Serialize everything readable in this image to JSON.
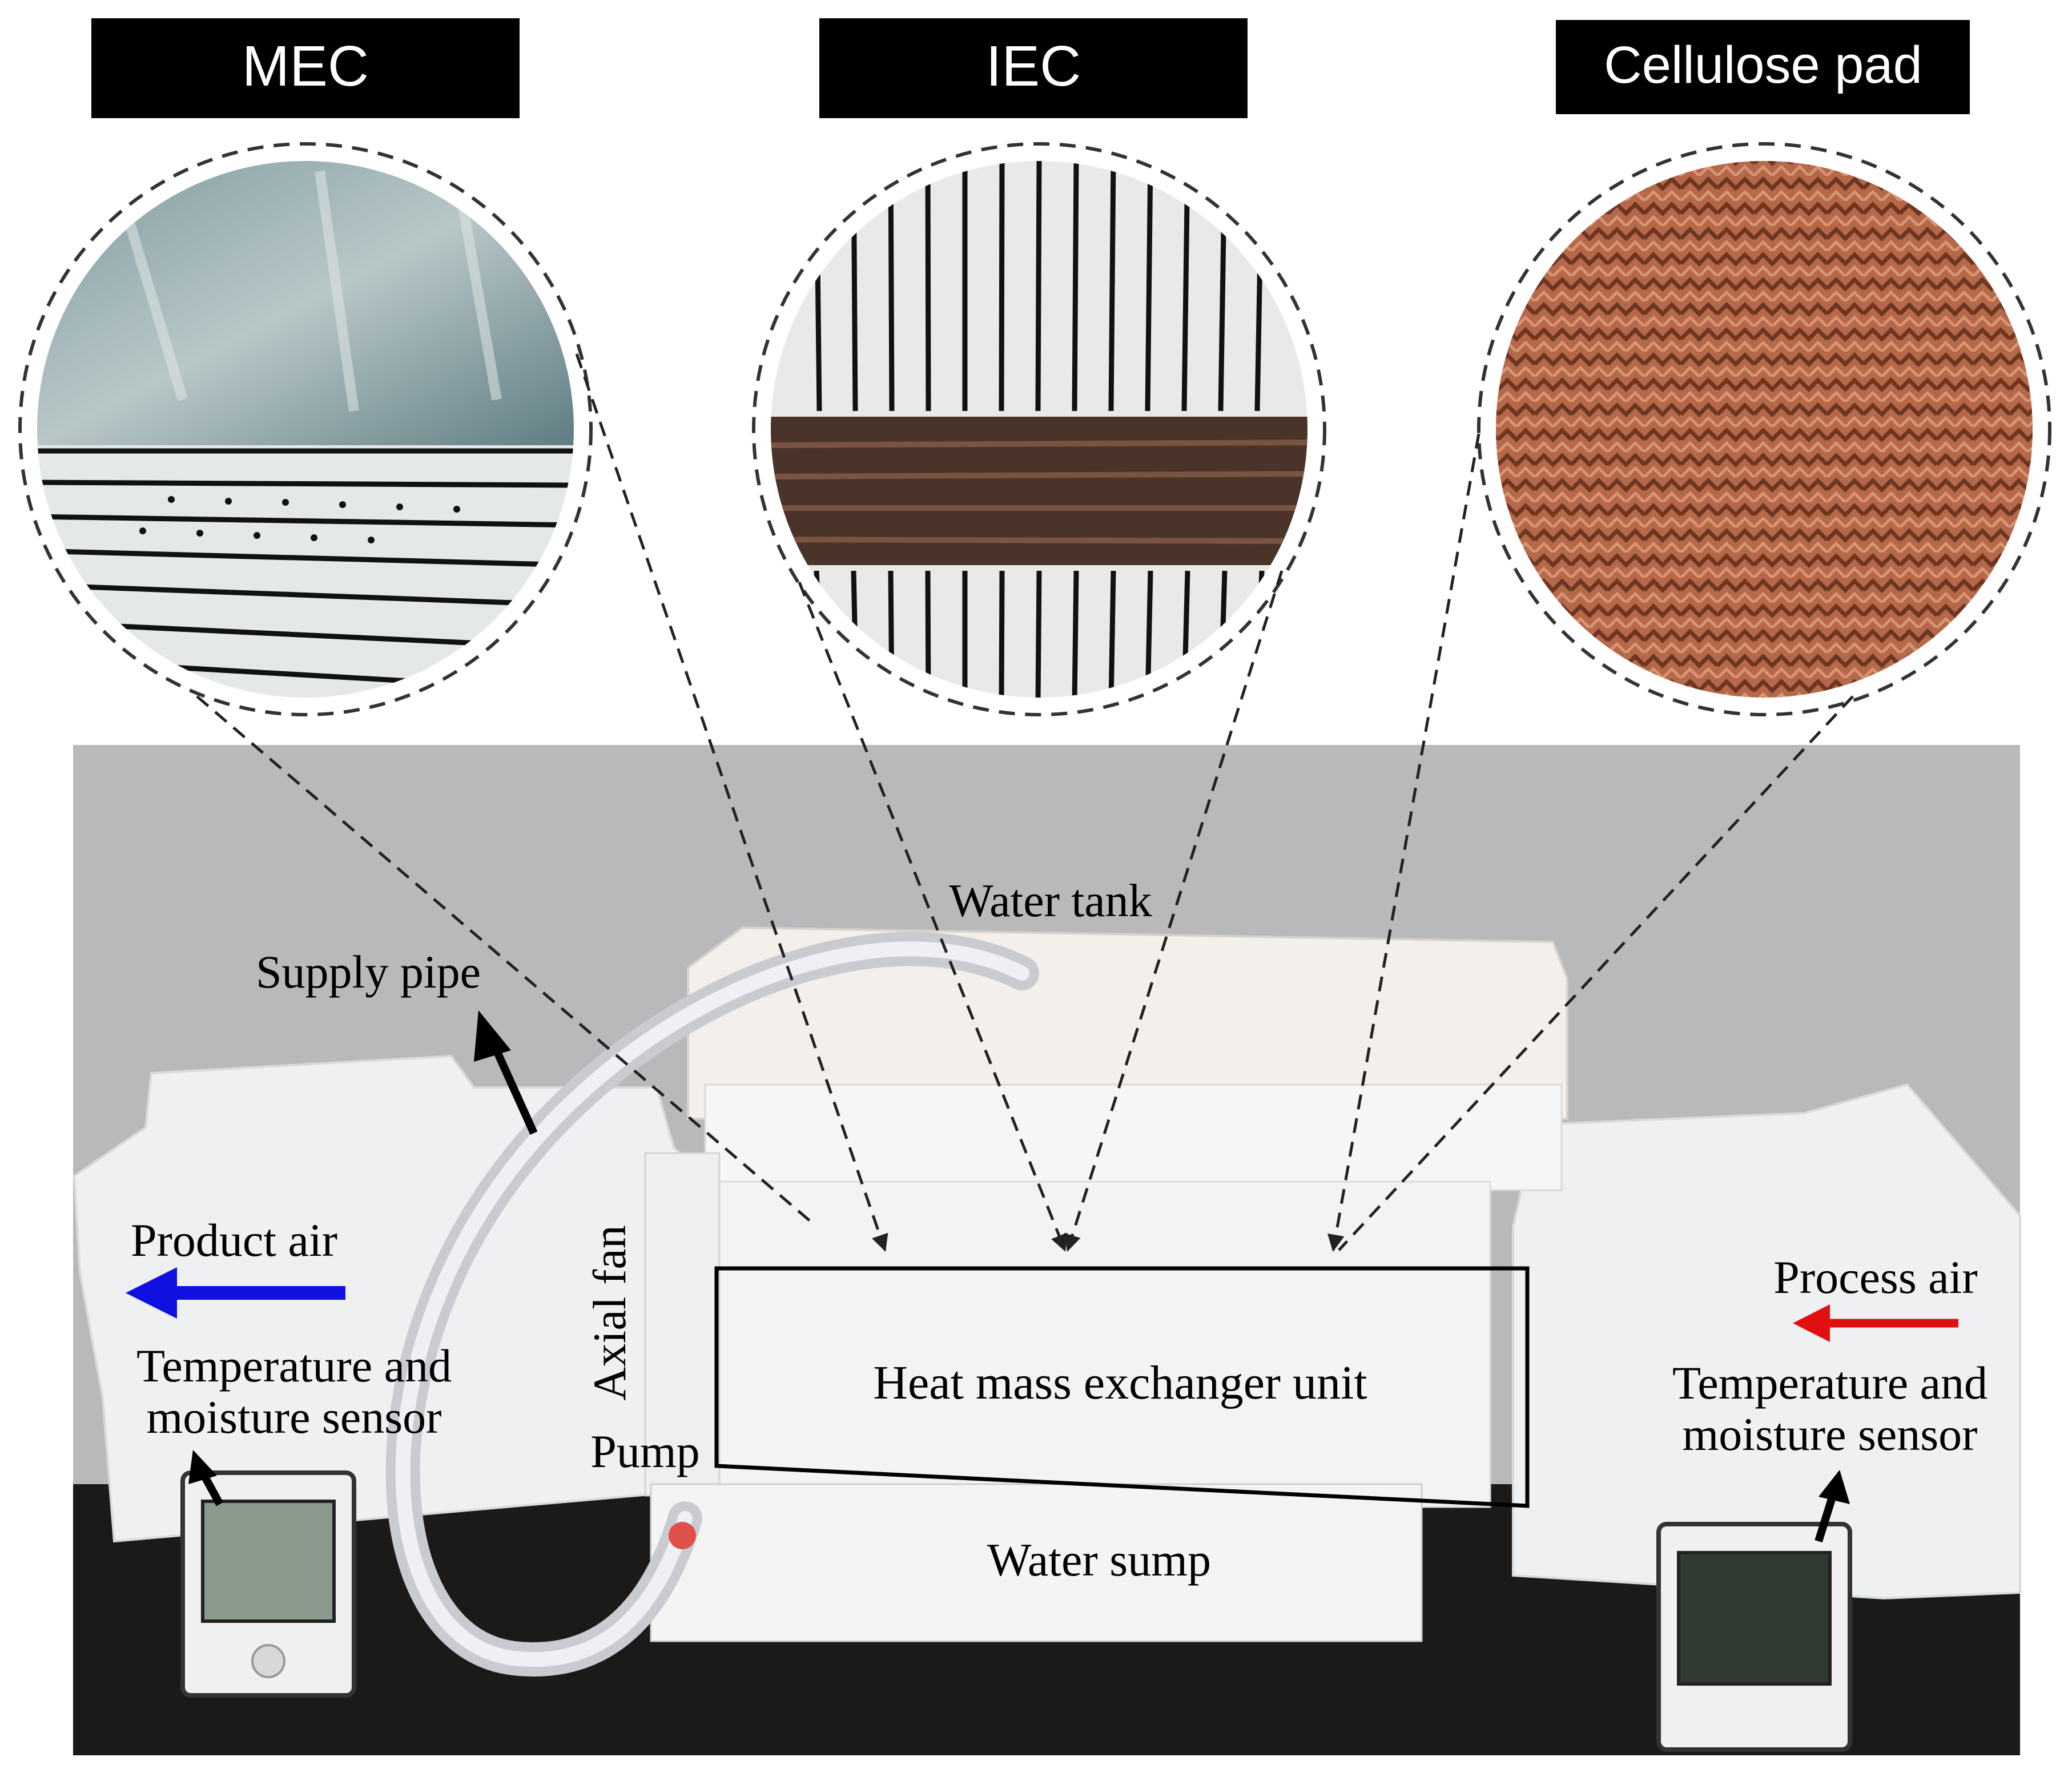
{
  "headers": {
    "mec": "MEC",
    "iec": "IEC",
    "cellulose": "Cellulose pad"
  },
  "labels": {
    "water_tank": "Water tank",
    "supply_pipe": "Supply pipe",
    "product_air": "Product air",
    "sensor_left_line1": "Temperature and",
    "sensor_left_line2": "moisture sensor",
    "axial_fan": "Axial fan",
    "pump": "Pump",
    "heat_mass_exchanger": "Heat mass exchanger unit",
    "water_sump": "Water sump",
    "process_air": "Process air",
    "sensor_right_line1": "Temperature and",
    "sensor_right_line2": "moisture sensor"
  },
  "colors": {
    "product_air_arrow": "#1010e0",
    "process_air_arrow": "#e01010",
    "header_bg": "#000000",
    "header_text": "#ffffff",
    "backdrop": "#b9b9bb",
    "cellulose": "#b5694a"
  },
  "icons": {
    "product_air_arrow": "arrow-left-icon",
    "process_air_arrow": "arrow-left-icon",
    "pointer_arrows": "arrow-up-icon"
  }
}
